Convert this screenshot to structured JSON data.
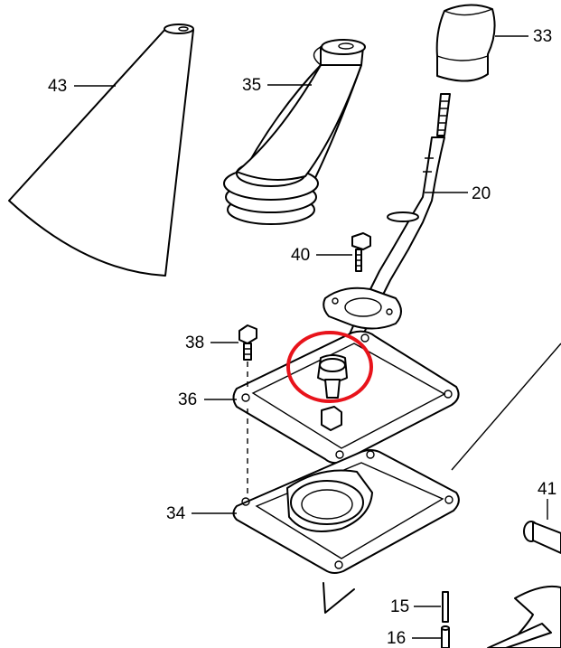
{
  "callouts": {
    "p43": "43",
    "p35": "35",
    "p33": "33",
    "p20": "20",
    "p40": "40",
    "p38": "38",
    "p36": "36",
    "p34": "34",
    "p41": "41",
    "p15": "15",
    "p16": "16"
  },
  "highlight": {
    "color": "#e8131b",
    "target": "shift lever ball joint"
  },
  "colors": {
    "line": "#000000",
    "background": "#ffffff"
  }
}
